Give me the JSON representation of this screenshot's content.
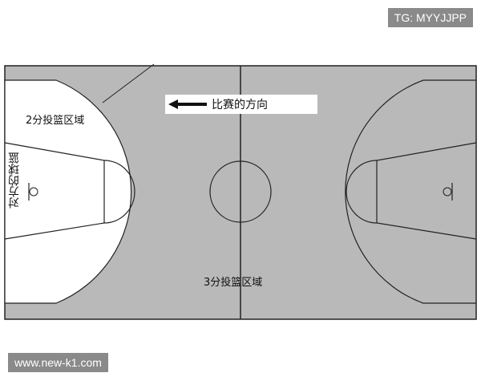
{
  "watermarks": {
    "top_right": "TG: MYYJJPP",
    "bottom_left": "www.new-k1.com"
  },
  "court": {
    "colors": {
      "floor": "#b9b9b9",
      "zone": "#ffffff",
      "line": "#222222"
    },
    "direction_label": "比赛的方向",
    "two_point_label": "2分投篮区域",
    "three_point_label": "3分投篮区域",
    "opponent_basket_label": "对方的球篮"
  }
}
